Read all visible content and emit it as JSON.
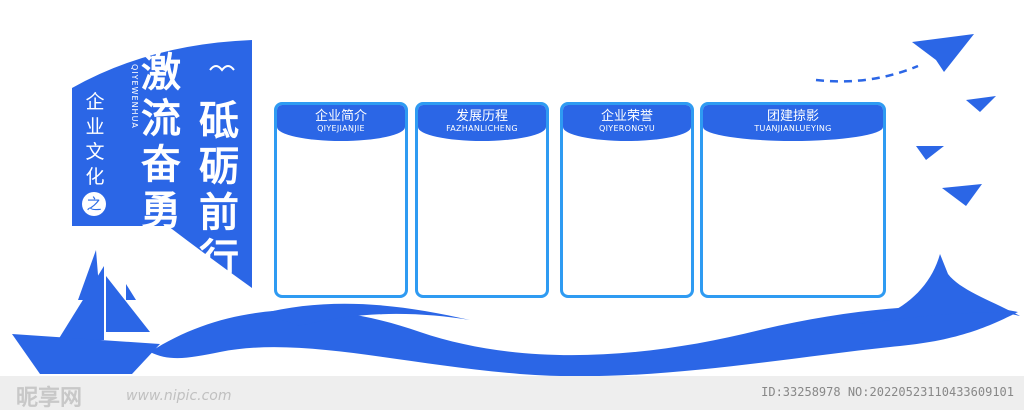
{
  "colors": {
    "primary": "#2b66e6",
    "panel_border": "#2f9bf2",
    "background": "#ffffff"
  },
  "slogan": {
    "line1": [
      "激",
      "流",
      "奋",
      "勇"
    ],
    "line2": [
      "砥",
      "砺",
      "前",
      "行"
    ]
  },
  "culture": {
    "chars": [
      "企",
      "业",
      "文",
      "化"
    ],
    "circle_char": "之",
    "pinyin": "QIYEWENHUA"
  },
  "panels": [
    {
      "title": "企业简介",
      "pinyin": "QIYEJIANJIE"
    },
    {
      "title": "发展历程",
      "pinyin": "FAZHANLICHENG"
    },
    {
      "title": "企业荣誉",
      "pinyin": "QIYERONGYU"
    },
    {
      "title": "团建掠影",
      "pinyin": "TUANJIANLUEYING"
    }
  ],
  "footer": {
    "brand": "昵享网",
    "url": "www.nipic.com",
    "image_id": "ID:33258978 NO:20220523110433609101"
  },
  "icons": [
    "paper-plane-icon",
    "sailboat-icon",
    "bird-icon"
  ]
}
